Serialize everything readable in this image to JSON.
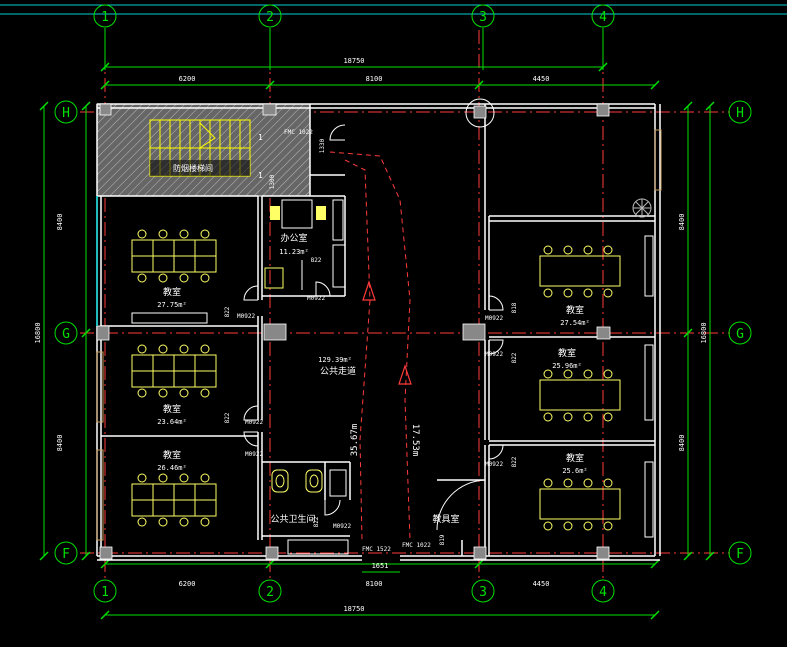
{
  "colors": {
    "background": "#000000",
    "wall": "#ffffff",
    "axis": "#ff3b3b",
    "dimension": "#00e000",
    "text": "#ffffff",
    "furniture": "#ffff66",
    "stair": "#ffff00",
    "cyan": "#00d0d0",
    "window": "#c8a060"
  },
  "grid": {
    "top_labels": [
      "1",
      "2",
      "3",
      "4"
    ],
    "bottom_labels": [
      "1",
      "2",
      "3",
      "4"
    ],
    "left_labels": [
      "H",
      "G",
      "F"
    ],
    "right_labels": [
      "H",
      "G",
      "F"
    ]
  },
  "dimensions": {
    "total_width": "18750",
    "spans": [
      "6200",
      "8100",
      "4450"
    ],
    "bottom_total": "18750",
    "bottom_spans": [
      "6200",
      "8100",
      "4450"
    ],
    "left_total": "16800",
    "left_spans": [
      "8400",
      "8400"
    ],
    "right_total": "16800",
    "right_spans": [
      "8400",
      "8400"
    ],
    "entrance_width": "1651"
  },
  "rooms": {
    "stair_label": "防烟楼梯间",
    "office_name": "办公室",
    "office_area": "11.23m²",
    "class_1_name": "教室",
    "class_1_area": "27.75m²",
    "class_2_name": "教室",
    "class_2_area": "23.64m²",
    "class_3_name": "教室",
    "class_3_area": "26.46m²",
    "class_4_name": "教室",
    "class_4_area": "27.54m²",
    "class_5_name": "教室",
    "class_5_area": "25.96m²",
    "class_6_name": "教室",
    "class_6_area": "25.6m²",
    "corridor_area": "129.39m²",
    "corridor_name": "公共走道",
    "toilet_name": "公共卫生间",
    "tool_room_name": "教具室"
  },
  "doors": {
    "fm_top": "FMC 1022",
    "fm_bottom_1": "FMC 1522",
    "fm_bottom_2": "FMC 1022",
    "m0922": "M0922",
    "w822": "822",
    "w818": "818",
    "w1330": "1330",
    "w1300": "1300",
    "w819": "819"
  },
  "routes": {
    "route_1": "35.67m",
    "route_2": "17.53m"
  }
}
